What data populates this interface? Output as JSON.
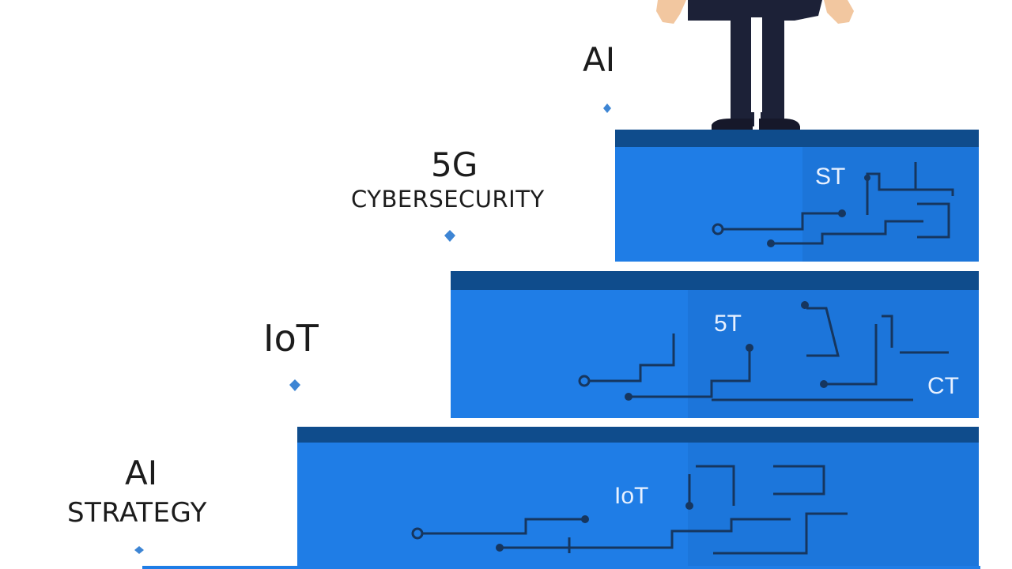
{
  "labels": {
    "top_title": "AI",
    "second_title": "5G",
    "second_subtitle": "CYBERSECURITY",
    "third_title": "IoT",
    "bottom_title": "AI",
    "bottom_subtitle": "STRATEGY"
  },
  "steps": {
    "top_text": "ST",
    "middle_text_a": "5T",
    "middle_text_b": "CT",
    "bottom_text": "IoT"
  },
  "colors": {
    "step_blue": "#1f7de6",
    "step_dark": "#0f4c8c",
    "circuit": "#16365f",
    "marker": "#3d85d4",
    "figure_suit": "#1c2137",
    "skin": "#f2c7a0"
  }
}
